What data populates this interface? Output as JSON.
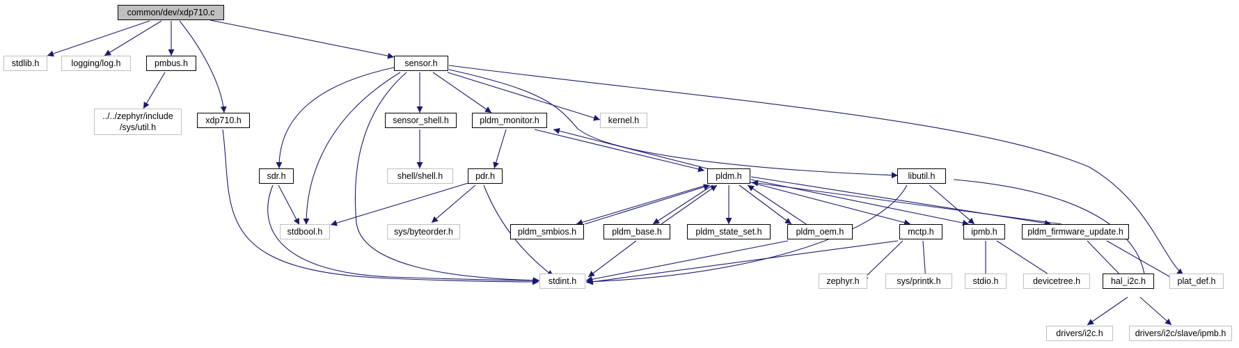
{
  "colors": {
    "edge": "#191970",
    "root_fill": "#bfbfbf",
    "linked_border": "#000000",
    "external_border": "#bfbfbf"
  },
  "nodes": [
    {
      "id": "root",
      "label": "common/dev/xdp710.c",
      "kind": "root"
    },
    {
      "id": "stdlib",
      "label": "stdlib.h",
      "kind": "external"
    },
    {
      "id": "log",
      "label": "logging/log.h",
      "kind": "external"
    },
    {
      "id": "pmbus",
      "label": "pmbus.h",
      "kind": "linked"
    },
    {
      "id": "sensor",
      "label": "sensor.h",
      "kind": "linked"
    },
    {
      "id": "util",
      "label": "../../zephyr/include\n/sys/util.h",
      "kind": "external"
    },
    {
      "id": "xdp710h",
      "label": "xdp710.h",
      "kind": "linked"
    },
    {
      "id": "sensor_shell",
      "label": "sensor_shell.h",
      "kind": "linked"
    },
    {
      "id": "pldm_monitor",
      "label": "pldm_monitor.h",
      "kind": "linked"
    },
    {
      "id": "kernel",
      "label": "kernel.h",
      "kind": "external"
    },
    {
      "id": "shell",
      "label": "shell/shell.h",
      "kind": "external"
    },
    {
      "id": "sdr",
      "label": "sdr.h",
      "kind": "linked"
    },
    {
      "id": "pdr",
      "label": "pdr.h",
      "kind": "linked"
    },
    {
      "id": "pldm",
      "label": "pldm.h",
      "kind": "linked"
    },
    {
      "id": "libutil",
      "label": "libutil.h",
      "kind": "linked"
    },
    {
      "id": "stdbool",
      "label": "stdbool.h",
      "kind": "external"
    },
    {
      "id": "byteorder",
      "label": "sys/byteorder.h",
      "kind": "external"
    },
    {
      "id": "pldm_smbios",
      "label": "pldm_smbios.h",
      "kind": "linked"
    },
    {
      "id": "pldm_base",
      "label": "pldm_base.h",
      "kind": "linked"
    },
    {
      "id": "pldm_state_set",
      "label": "pldm_state_set.h",
      "kind": "linked"
    },
    {
      "id": "pldm_oem",
      "label": "pldm_oem.h",
      "kind": "linked"
    },
    {
      "id": "mctp",
      "label": "mctp.h",
      "kind": "linked"
    },
    {
      "id": "ipmb",
      "label": "ipmb.h",
      "kind": "linked"
    },
    {
      "id": "pldm_fw",
      "label": "pldm_firmware_update.h",
      "kind": "linked"
    },
    {
      "id": "stdint",
      "label": "stdint.h",
      "kind": "external"
    },
    {
      "id": "zephyr",
      "label": "zephyr.h",
      "kind": "external"
    },
    {
      "id": "printk",
      "label": "sys/printk.h",
      "kind": "external"
    },
    {
      "id": "stdio",
      "label": "stdio.h",
      "kind": "external"
    },
    {
      "id": "devicetree",
      "label": "devicetree.h",
      "kind": "external"
    },
    {
      "id": "hal_i2c",
      "label": "hal_i2c.h",
      "kind": "linked"
    },
    {
      "id": "plat_def",
      "label": "plat_def.h",
      "kind": "external"
    },
    {
      "id": "drv_i2c",
      "label": "drivers/i2c.h",
      "kind": "external"
    },
    {
      "id": "drv_ipmb",
      "label": "drivers/i2c/slave/ipmb.h",
      "kind": "external"
    }
  ]
}
